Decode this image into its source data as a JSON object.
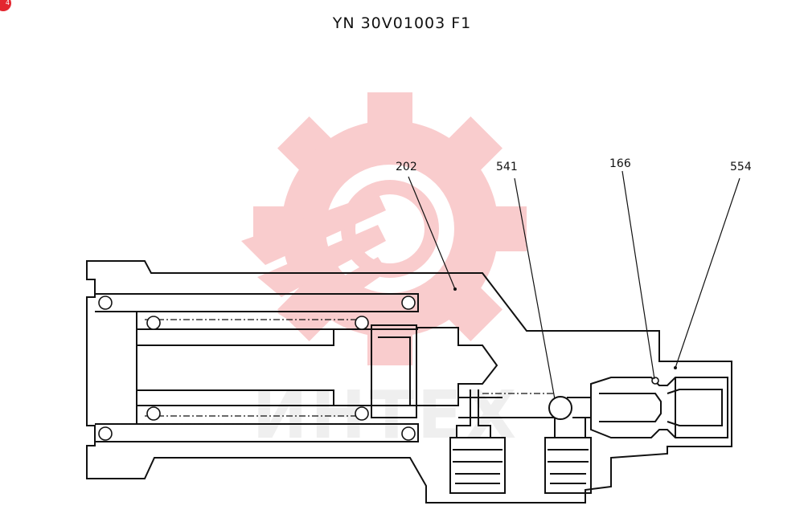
{
  "drawing": {
    "title": "YN 30V01003 F1",
    "corner_badge": "4",
    "callouts": [
      "202",
      "541",
      "166",
      "554"
    ],
    "watermark": {
      "text": "ИНТЕХ",
      "logo": "gear-logo",
      "color": "#f5a3a6"
    }
  }
}
